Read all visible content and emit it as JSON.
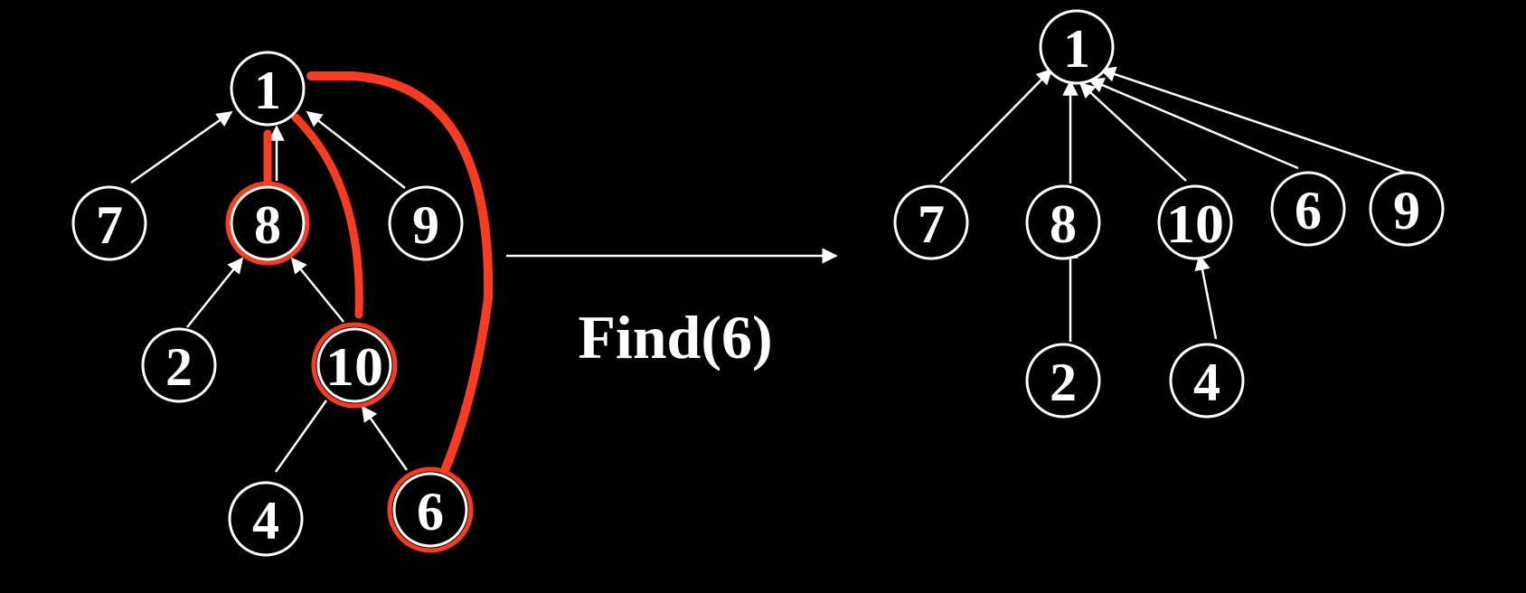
{
  "colors": {
    "background": "#000000",
    "node_stroke": "#ffffff",
    "highlight": "#ff3b1f"
  },
  "operation": "Find(6)",
  "before": {
    "nodes": [
      "1",
      "7",
      "8",
      "9",
      "2",
      "10",
      "4",
      "6"
    ],
    "edges": [
      [
        "7",
        "1"
      ],
      [
        "8",
        "1"
      ],
      [
        "9",
        "1"
      ],
      [
        "2",
        "8"
      ],
      [
        "10",
        "8"
      ],
      [
        "4",
        "10"
      ],
      [
        "6",
        "10"
      ]
    ],
    "highlighted_nodes": [
      "8",
      "10",
      "6"
    ]
  },
  "after": {
    "nodes": [
      "1",
      "7",
      "8",
      "10",
      "6",
      "9",
      "2",
      "4"
    ],
    "edges": [
      [
        "7",
        "1"
      ],
      [
        "8",
        "1"
      ],
      [
        "10",
        "1"
      ],
      [
        "6",
        "1"
      ],
      [
        "9",
        "1"
      ],
      [
        "2",
        "8"
      ],
      [
        "4",
        "10"
      ]
    ]
  }
}
